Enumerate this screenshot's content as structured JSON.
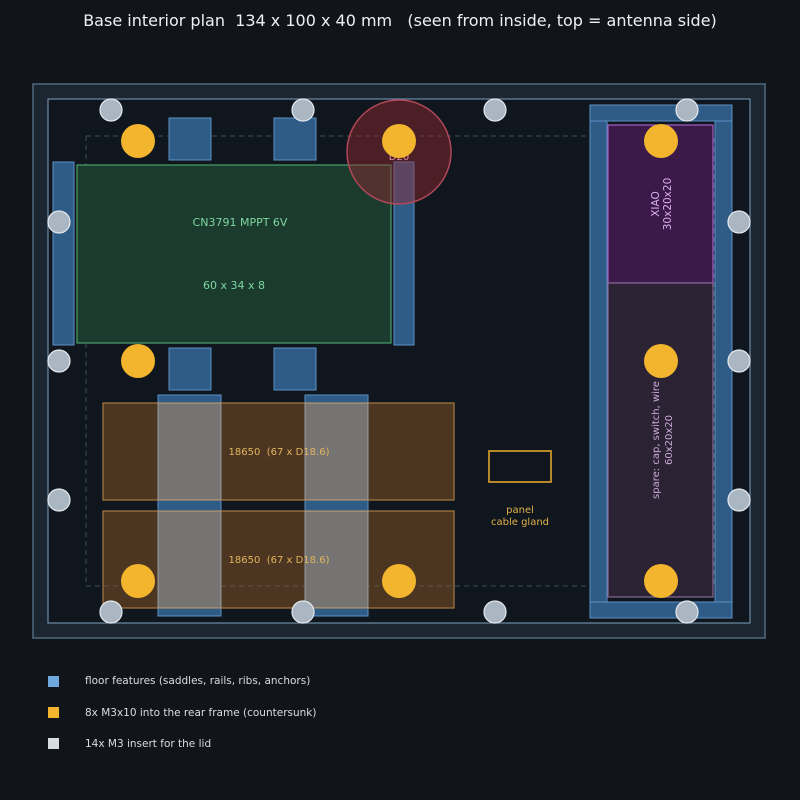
{
  "title": "Base interior plan  134 x 100 x 40 mm   (seen from inside, top = antenna side)",
  "module": {
    "name": "CN3791 MPPT 6V",
    "size": "60 x 34 x 8"
  },
  "antenna_hole": {
    "label": "D20"
  },
  "batteries": [
    {
      "label": "18650  (67 x D18.6)"
    },
    {
      "label": "18650  (67 x D18.6)"
    }
  ],
  "xiao": {
    "name": "XIAO",
    "size": "30x20x20"
  },
  "spare": {
    "name": "spare: cap, switch, wire",
    "size": "60x20x20"
  },
  "cable_gland": {
    "line1": "panel",
    "line2": "cable gland"
  },
  "legend": [
    {
      "label": "floor features (saddles, rails, ribs, anchors)",
      "color": "#6fa8dc"
    },
    {
      "label": "8x M3x10 into the rear frame (countersunk)",
      "color": "#f2b52d"
    },
    {
      "label": "14x M3 insert for the lid",
      "color": "#d8dde2"
    }
  ]
}
